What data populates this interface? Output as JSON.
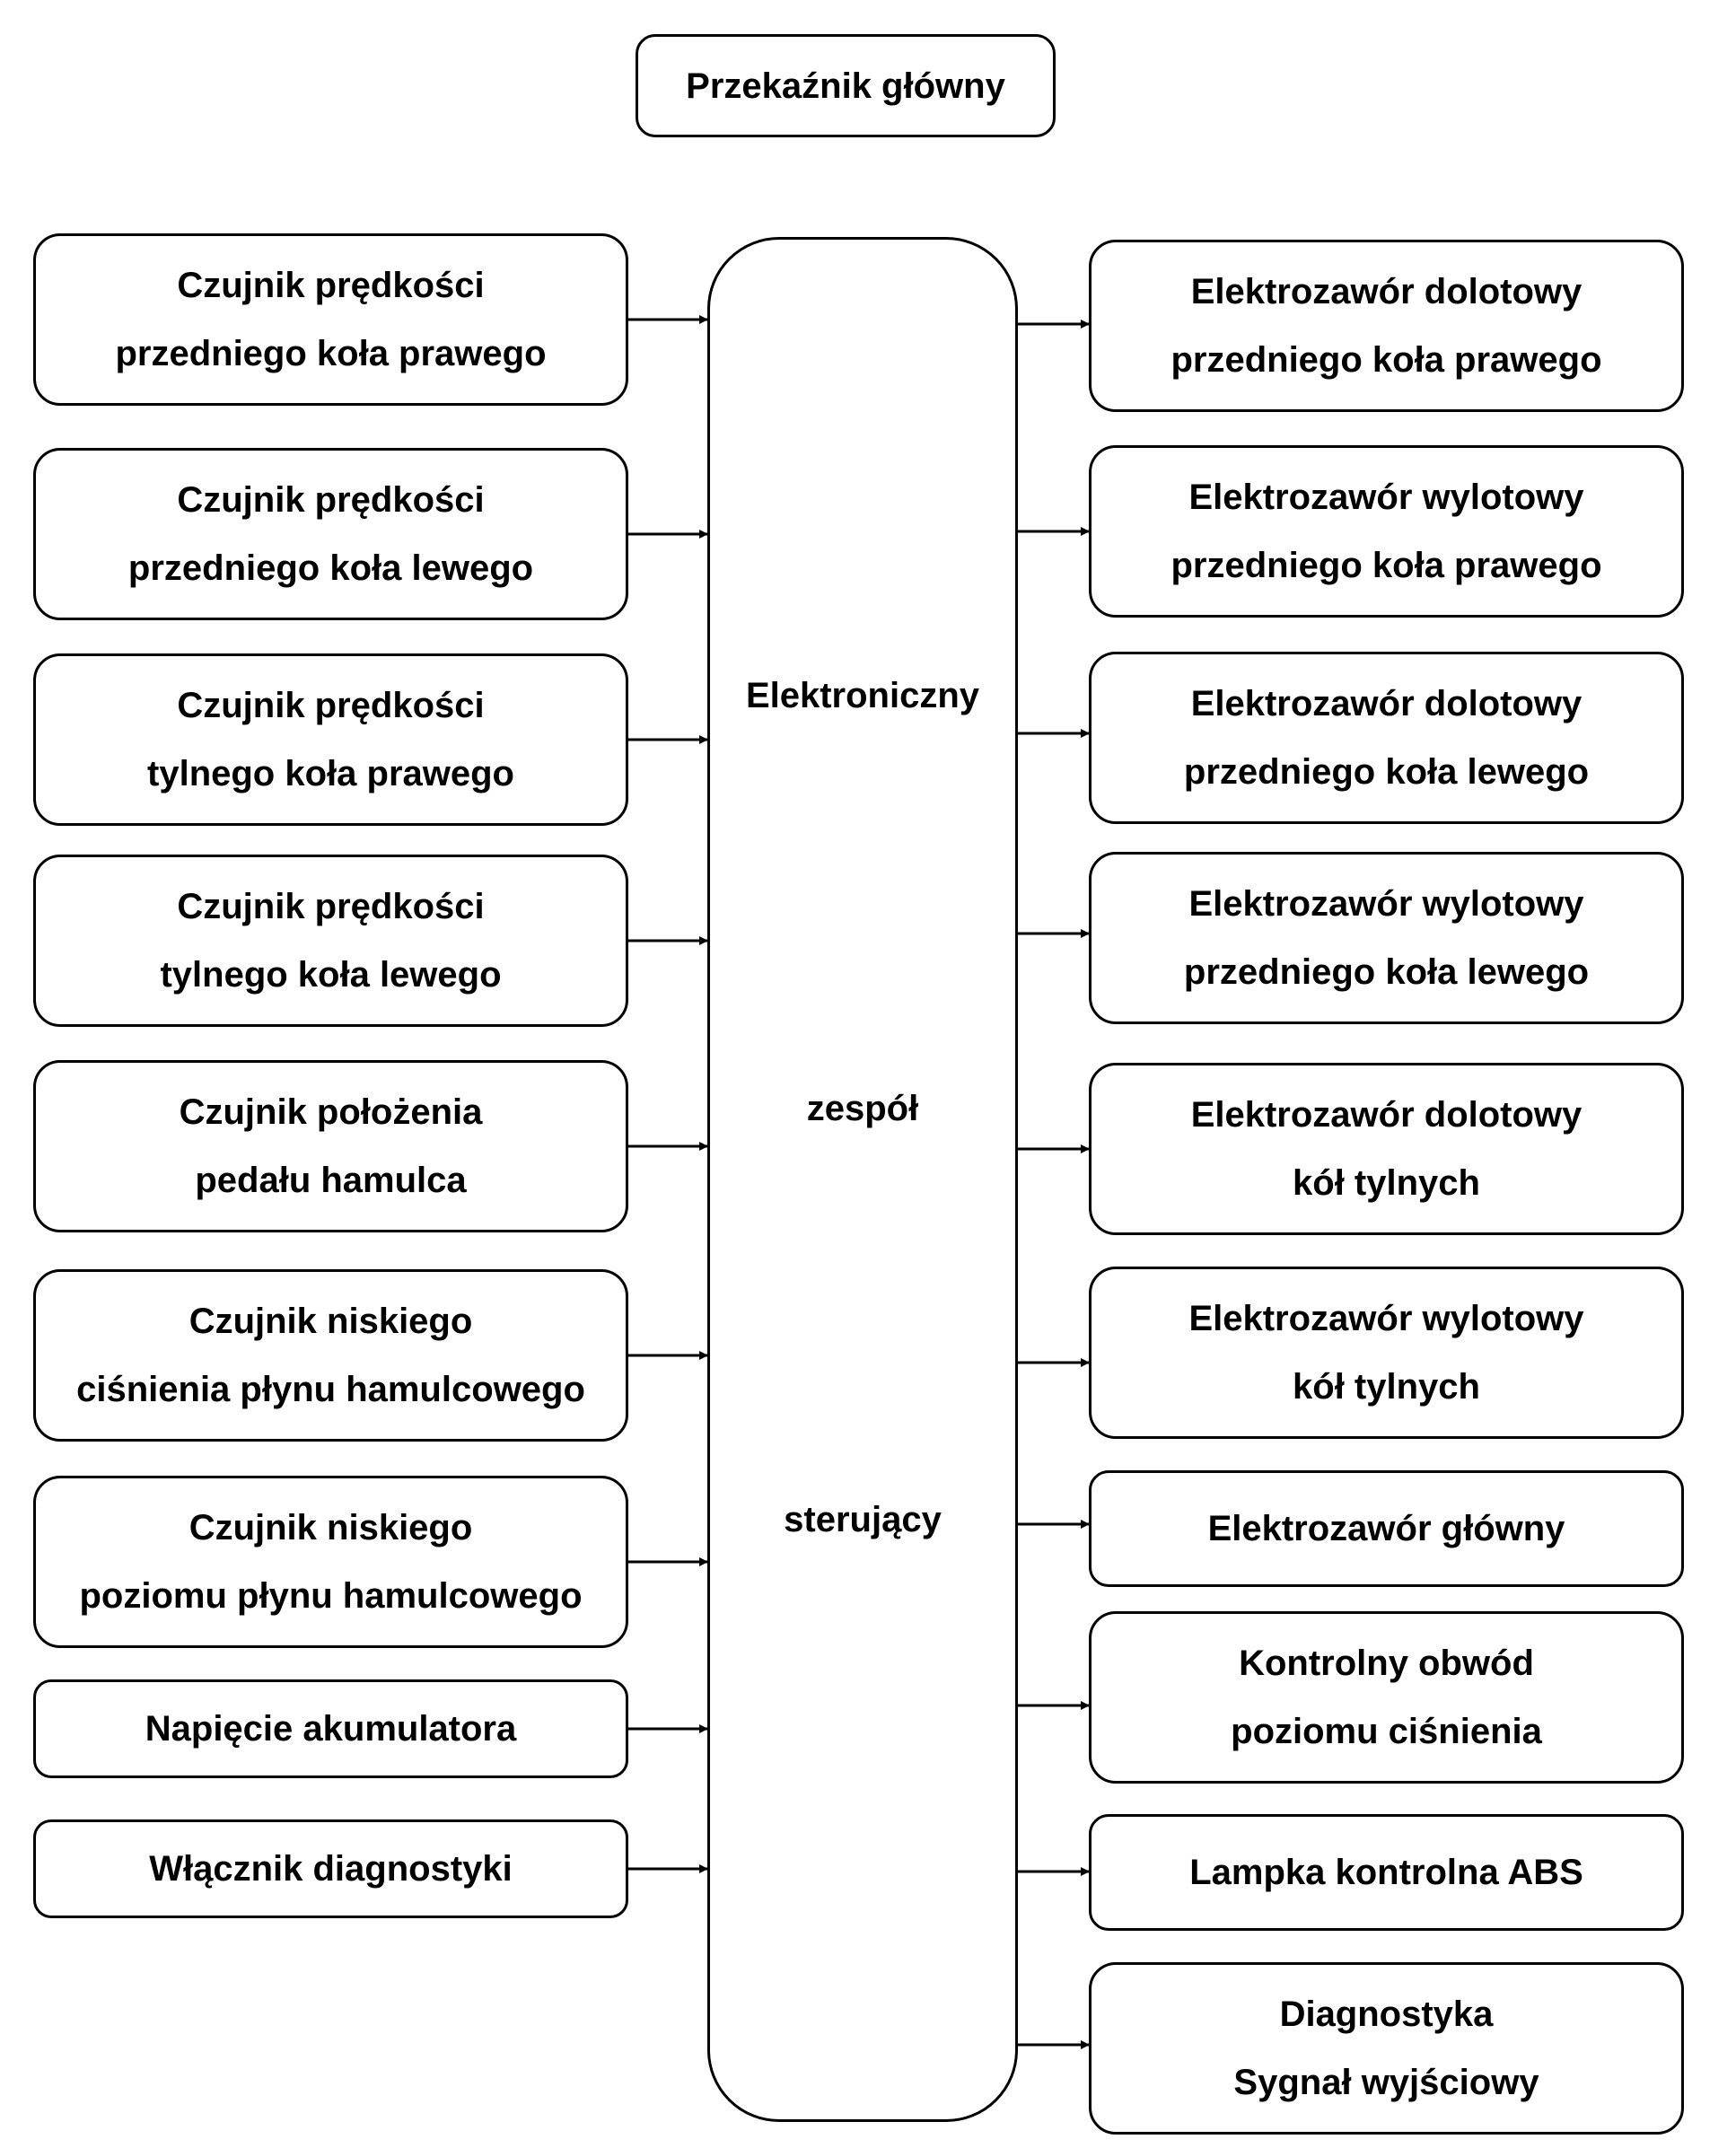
{
  "diagram": {
    "title_box": "Przekaźnik główny",
    "control_unit": {
      "line1": "Elektroniczny",
      "line2": "zespół",
      "line3": "sterujący"
    },
    "inputs": [
      {
        "line1": "Czujnik prędkości",
        "line2": "przedniego koła prawego"
      },
      {
        "line1": "Czujnik prędkości",
        "line2": "przedniego koła lewego"
      },
      {
        "line1": "Czujnik prędkości",
        "line2": "tylnego koła prawego"
      },
      {
        "line1": "Czujnik prędkości",
        "line2": "tylnego koła lewego"
      },
      {
        "line1": "Czujnik położenia",
        "line2": "pedału hamulca"
      },
      {
        "line1": "Czujnik niskiego",
        "line2": "ciśnienia płynu hamulcowego"
      },
      {
        "line1": "Czujnik niskiego",
        "line2": "poziomu płynu hamulcowego"
      },
      {
        "line1": "Napięcie akumulatora"
      },
      {
        "line1": "Włącznik diagnostyki"
      }
    ],
    "outputs": [
      {
        "line1": "Elektrozawór dolotowy",
        "line2": "przedniego koła prawego"
      },
      {
        "line1": "Elektrozawór wylotowy",
        "line2": "przedniego koła prawego"
      },
      {
        "line1": "Elektrozawór dolotowy",
        "line2": "przedniego koła lewego"
      },
      {
        "line1": "Elektrozawór wylotowy",
        "line2": "przedniego koła lewego"
      },
      {
        "line1": "Elektrozawór dolotowy",
        "line2": "kół tylnych"
      },
      {
        "line1": "Elektrozawór wylotowy",
        "line2": "kół tylnych"
      },
      {
        "line1": "Elektrozawór główny"
      },
      {
        "line1": "Kontrolny obwód",
        "line2": "poziomu ciśnienia"
      },
      {
        "line1": "Lampka kontrolna ABS"
      },
      {
        "line1": "Diagnostyka",
        "line2": "Sygnał wyjściowy"
      }
    ]
  }
}
